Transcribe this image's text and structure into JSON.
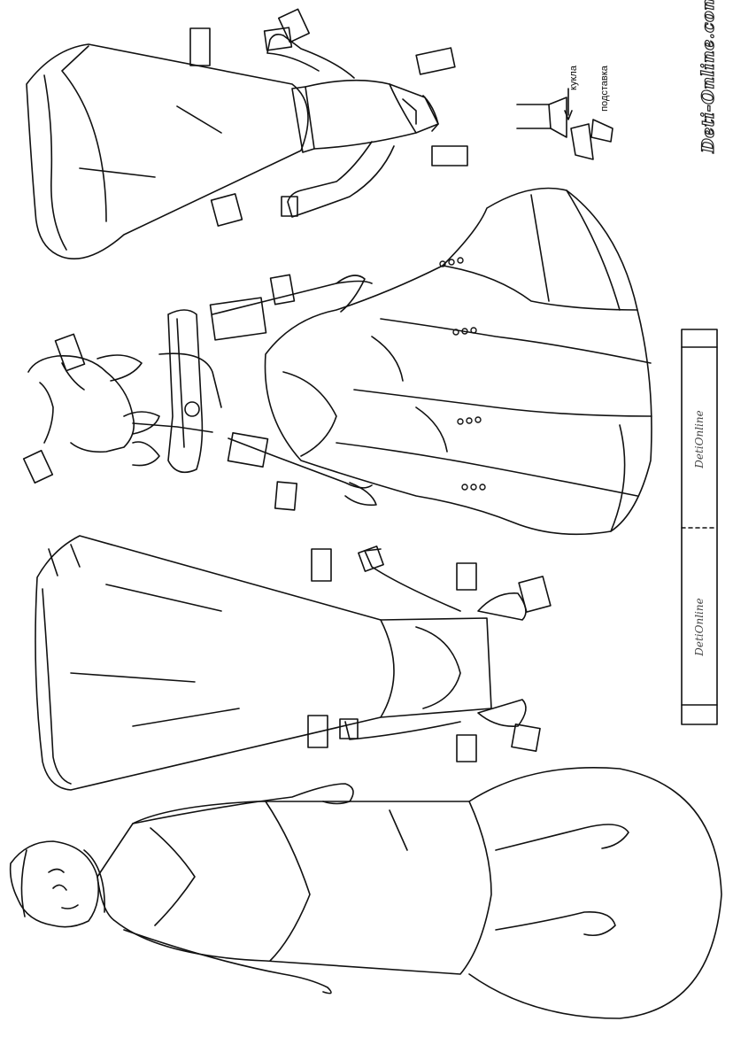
{
  "watermark": "Deti-Online.com",
  "legend": {
    "doll_label": "кукла",
    "stand_label": "подставка"
  },
  "stand_strip": {
    "brand_top": "DetiOnline",
    "brand_bottom": "DetiOnline"
  },
  "colors": {
    "line": "#111111",
    "paper": "#ffffff"
  }
}
